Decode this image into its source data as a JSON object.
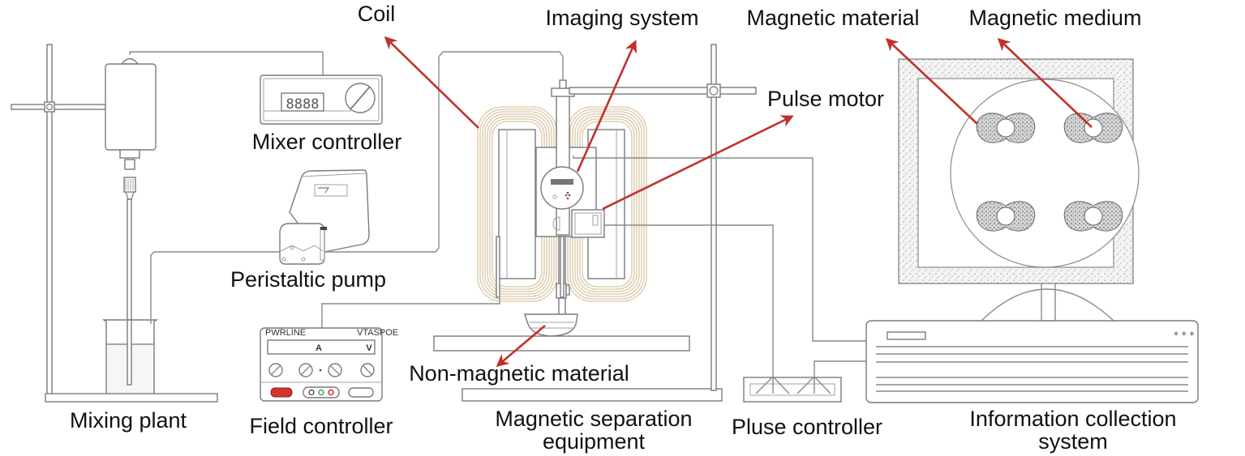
{
  "figure": {
    "type": "experimental-setup-schematic",
    "labels": {
      "coil": "Coil",
      "imaging_system": "Imaging system",
      "magnetic_material": "Magnetic material",
      "magnetic_medium": "Magnetic medium",
      "pulse_motor": "Pulse motor",
      "mixer_controller": "Mixer controller",
      "peristaltic_pump": "Peristaltic pump",
      "non_magnetic_material": "Non-magnetic material",
      "mixing_plant": "Mixing plant",
      "field_controller": "Field controller",
      "magnetic_separation_line1": "Magnetic separation",
      "magnetic_separation_line2": "equipment",
      "pulse_controller": "Pluse controller",
      "info_collection_line1": "Information collection",
      "info_collection_line2": "system"
    },
    "field_controller_display": {
      "left": "A",
      "right": "V"
    },
    "mixer_display": "8888",
    "colors": {
      "arrow": "#c0312b",
      "line": "#8a8a8a",
      "coil": "#d9c6a4",
      "button_red": "#d2332e",
      "indicator_green": "#3fa34d",
      "indicator_red": "#d2332e",
      "text": "#111111"
    }
  }
}
